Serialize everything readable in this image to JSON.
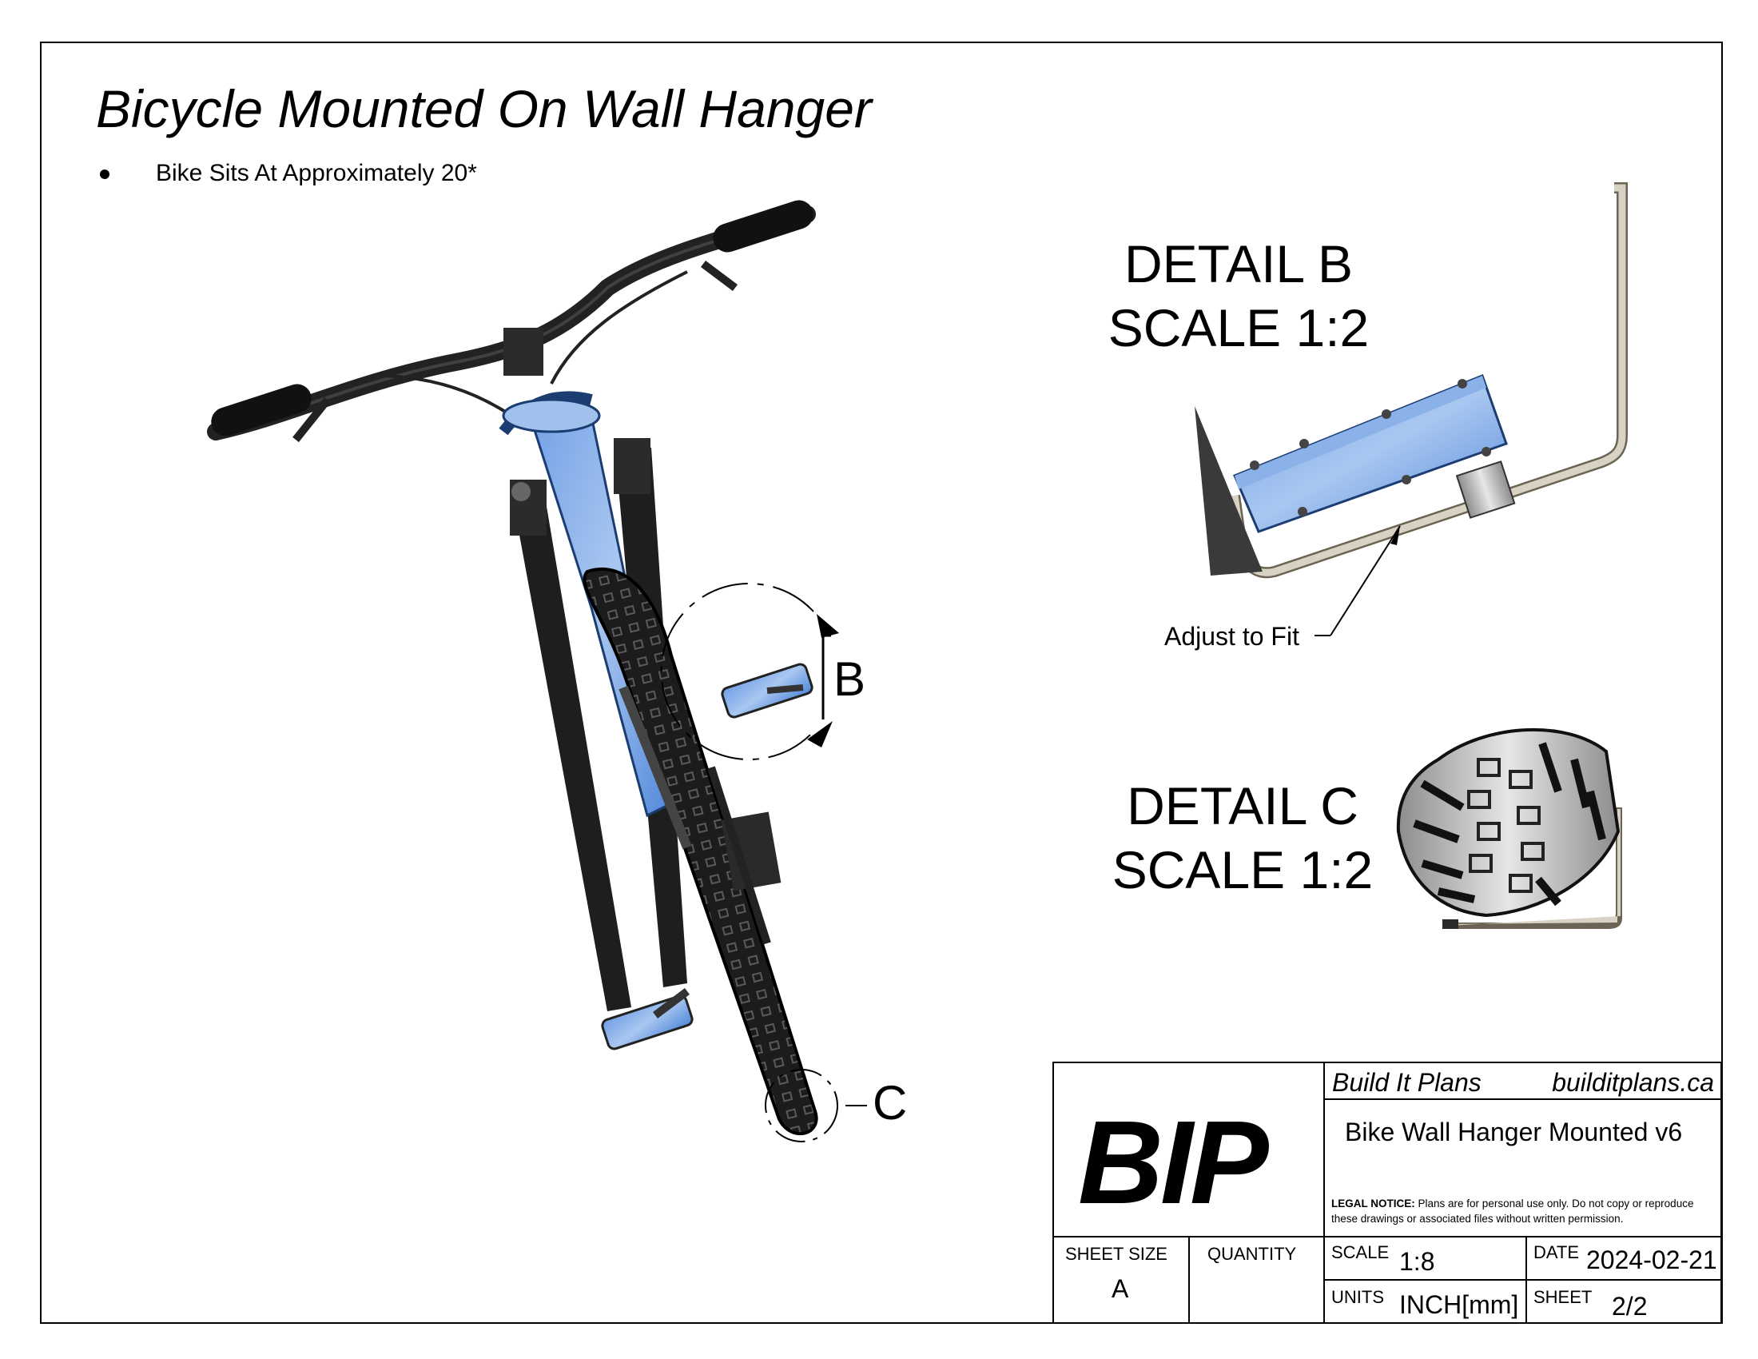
{
  "title": "Bicycle Mounted On Wall Hanger",
  "notes": [
    "Bike Sits At Approximately 20*"
  ],
  "details": {
    "b": {
      "line1": "DETAIL B",
      "line2": "SCALE 1:2",
      "callout": "B"
    },
    "c": {
      "line1": "DETAIL C",
      "line2": "SCALE 1:2",
      "callout": "C"
    }
  },
  "annotation": "Adjust to Fit",
  "title_block": {
    "logo": "BIP",
    "company": "Build It Plans",
    "website": "builditplans.ca",
    "drawing_name": "Bike Wall Hanger Mounted v6",
    "legal_label": "LEGAL NOTICE:",
    "legal_text": " Plans are for personal use only. Do not copy or reproduce these drawings or associated files without written permission.",
    "sheet_size_label": "SHEET SIZE",
    "sheet_size": "A",
    "quantity_label": "QUANTITY",
    "quantity": "",
    "scale_label": "SCALE",
    "scale": "1:8",
    "date_label": "DATE",
    "date": "2024-02-21",
    "units_label": "UNITS",
    "units": "INCH[mm]",
    "sheet_label": "SHEET",
    "sheet": "2/2"
  },
  "colors": {
    "frame": "#3a7bd5",
    "frame_light": "#9fc1ec",
    "tire": "#1c1c1c",
    "bracket": "#d8d2c4",
    "metal": "#bdbdbd"
  }
}
